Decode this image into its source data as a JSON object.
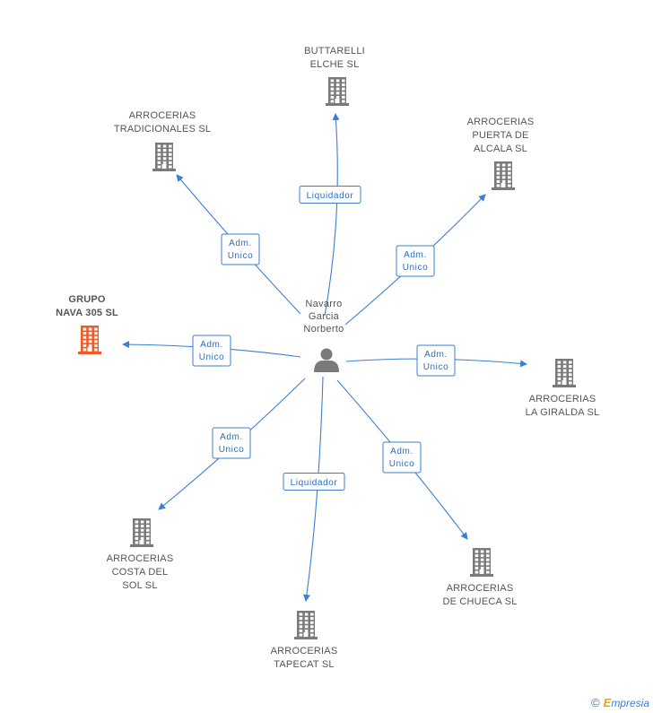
{
  "colors": {
    "edge": "#3a7fd5",
    "company": "#7a7a7a",
    "highlight": "#f05a28",
    "person": "#7a7a7a"
  },
  "center": {
    "lines": [
      "Navarro",
      "Garcia",
      "Norberto"
    ],
    "icon": "person-icon"
  },
  "nodes": [
    {
      "id": "buttarelli",
      "lines": [
        "BUTTARELLI",
        "ELCHE SL"
      ],
      "highlight": false
    },
    {
      "id": "tradicionales",
      "lines": [
        "ARROCERIAS",
        "TRADICIONALES SL"
      ],
      "highlight": false
    },
    {
      "id": "puerta",
      "lines": [
        "ARROCERIAS",
        "PUERTA DE",
        "ALCALA SL"
      ],
      "highlight": false
    },
    {
      "id": "grupo",
      "lines": [
        "GRUPO",
        "NAVA 305 SL"
      ],
      "highlight": true
    },
    {
      "id": "giralda",
      "lines": [
        "ARROCERIAS",
        "LA GIRALDA SL"
      ],
      "highlight": false
    },
    {
      "id": "costa",
      "lines": [
        "ARROCERIAS",
        "COSTA DEL",
        "SOL SL"
      ],
      "highlight": false
    },
    {
      "id": "chueca",
      "lines": [
        "ARROCERIAS",
        "DE CHUECA SL"
      ],
      "highlight": false
    },
    {
      "id": "tapecat",
      "lines": [
        "ARROCERIAS",
        "TAPECAT SL"
      ],
      "highlight": false
    }
  ],
  "edges": [
    {
      "to": "buttarelli",
      "lines": [
        "Liquidador"
      ]
    },
    {
      "to": "tradicionales",
      "lines": [
        "Adm.",
        "Unico"
      ]
    },
    {
      "to": "puerta",
      "lines": [
        "Adm.",
        "Unico"
      ]
    },
    {
      "to": "grupo",
      "lines": [
        "Adm.",
        "Unico"
      ]
    },
    {
      "to": "giralda",
      "lines": [
        "Adm.",
        "Unico"
      ]
    },
    {
      "to": "costa",
      "lines": [
        "Adm.",
        "Unico"
      ]
    },
    {
      "to": "chueca",
      "lines": [
        "Adm.",
        "Unico"
      ]
    },
    {
      "to": "tapecat",
      "lines": [
        "Liquidador"
      ]
    }
  ],
  "footer": {
    "copyright": "©",
    "brand_initial": "E",
    "brand_rest": "mpresia"
  }
}
